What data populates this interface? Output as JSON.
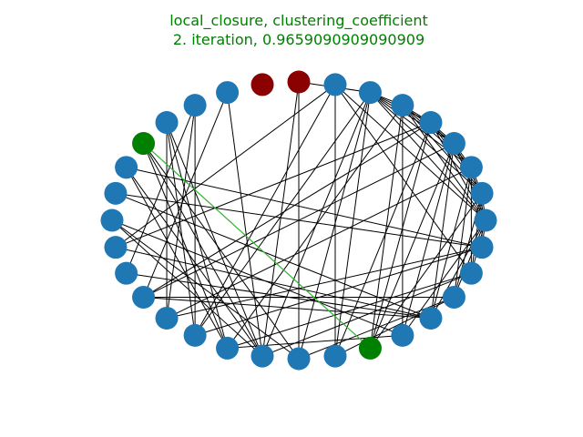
{
  "title": {
    "line1": "local_closure, clustering_coefficient",
    "line2": "2. iteration, 0.9659090909090909",
    "color": "#008000"
  },
  "colors": {
    "node_default": "#1f77b4",
    "node_selected": "#008000",
    "node_removed": "#8b0000",
    "edge_default": "#000000",
    "edge_added": "#32cd32"
  },
  "graph": {
    "node_count": 32,
    "layout": "circular",
    "nodes": [
      {
        "id": 0,
        "status": "default"
      },
      {
        "id": 1,
        "status": "default"
      },
      {
        "id": 2,
        "status": "default"
      },
      {
        "id": 3,
        "status": "default"
      },
      {
        "id": 4,
        "status": "default"
      },
      {
        "id": 5,
        "status": "default"
      },
      {
        "id": 6,
        "status": "default"
      },
      {
        "id": 7,
        "status": "default"
      },
      {
        "id": 8,
        "status": "removed"
      },
      {
        "id": 9,
        "status": "removed"
      },
      {
        "id": 10,
        "status": "default"
      },
      {
        "id": 11,
        "status": "default"
      },
      {
        "id": 12,
        "status": "default"
      },
      {
        "id": 13,
        "status": "selected"
      },
      {
        "id": 14,
        "status": "default"
      },
      {
        "id": 15,
        "status": "default"
      },
      {
        "id": 16,
        "status": "default"
      },
      {
        "id": 17,
        "status": "default"
      },
      {
        "id": 18,
        "status": "default"
      },
      {
        "id": 19,
        "status": "default"
      },
      {
        "id": 20,
        "status": "default"
      },
      {
        "id": 21,
        "status": "default"
      },
      {
        "id": 22,
        "status": "default"
      },
      {
        "id": 23,
        "status": "default"
      },
      {
        "id": 24,
        "status": "default"
      },
      {
        "id": 25,
        "status": "default"
      },
      {
        "id": 26,
        "status": "selected"
      },
      {
        "id": 27,
        "status": "default"
      },
      {
        "id": 28,
        "status": "default"
      },
      {
        "id": 29,
        "status": "default"
      },
      {
        "id": 30,
        "status": "default"
      },
      {
        "id": 31,
        "status": "default"
      }
    ],
    "edges": [
      [
        0,
        1
      ],
      [
        0,
        2
      ],
      [
        0,
        3
      ],
      [
        0,
        4
      ],
      [
        0,
        5
      ],
      [
        0,
        6
      ],
      [
        0,
        7
      ],
      [
        0,
        27
      ],
      [
        0,
        28
      ],
      [
        0,
        29
      ],
      [
        0,
        30
      ],
      [
        0,
        31
      ],
      [
        1,
        2
      ],
      [
        1,
        3
      ],
      [
        1,
        4
      ],
      [
        1,
        5
      ],
      [
        1,
        6
      ],
      [
        1,
        26
      ],
      [
        1,
        29
      ],
      [
        1,
        30
      ],
      [
        1,
        31
      ],
      [
        2,
        3
      ],
      [
        2,
        4
      ],
      [
        2,
        5
      ],
      [
        2,
        6
      ],
      [
        2,
        20
      ],
      [
        2,
        28
      ],
      [
        2,
        29
      ],
      [
        2,
        30
      ],
      [
        3,
        4
      ],
      [
        3,
        5
      ],
      [
        3,
        6
      ],
      [
        3,
        19
      ],
      [
        3,
        26
      ],
      [
        3,
        27
      ],
      [
        3,
        28
      ],
      [
        4,
        5
      ],
      [
        4,
        6
      ],
      [
        4,
        17
      ],
      [
        4,
        19
      ],
      [
        4,
        25
      ],
      [
        4,
        26
      ],
      [
        5,
        6
      ],
      [
        5,
        22
      ],
      [
        5,
        26
      ],
      [
        5,
        27
      ],
      [
        6,
        8
      ],
      [
        6,
        21
      ],
      [
        6,
        23
      ],
      [
        6,
        24
      ],
      [
        6,
        25
      ],
      [
        7,
        17
      ],
      [
        7,
        21
      ],
      [
        7,
        25
      ],
      [
        7,
        30
      ],
      [
        8,
        23
      ],
      [
        8,
        24
      ],
      [
        10,
        19
      ],
      [
        10,
        23
      ],
      [
        11,
        18
      ],
      [
        11,
        20
      ],
      [
        11,
        21
      ],
      [
        12,
        20
      ],
      [
        12,
        21
      ],
      [
        12,
        22
      ],
      [
        12,
        23
      ],
      [
        13,
        22
      ],
      [
        13,
        23
      ],
      [
        13,
        24
      ],
      [
        13,
        26
      ],
      [
        14,
        22
      ],
      [
        14,
        23
      ],
      [
        16,
        23
      ],
      [
        16,
        24
      ],
      [
        19,
        28
      ],
      [
        19,
        29
      ],
      [
        20,
        31
      ],
      [
        21,
        31
      ],
      [
        22,
        30
      ],
      [
        23,
        30
      ],
      [
        24,
        29
      ],
      [
        25,
        29
      ],
      [
        17,
        28
      ],
      [
        18,
        28
      ],
      [
        27,
        22
      ],
      [
        14,
        31
      ],
      [
        15,
        31
      ],
      [
        15,
        28
      ],
      [
        16,
        27
      ]
    ],
    "added_edges": [
      [
        13,
        26
      ]
    ]
  }
}
